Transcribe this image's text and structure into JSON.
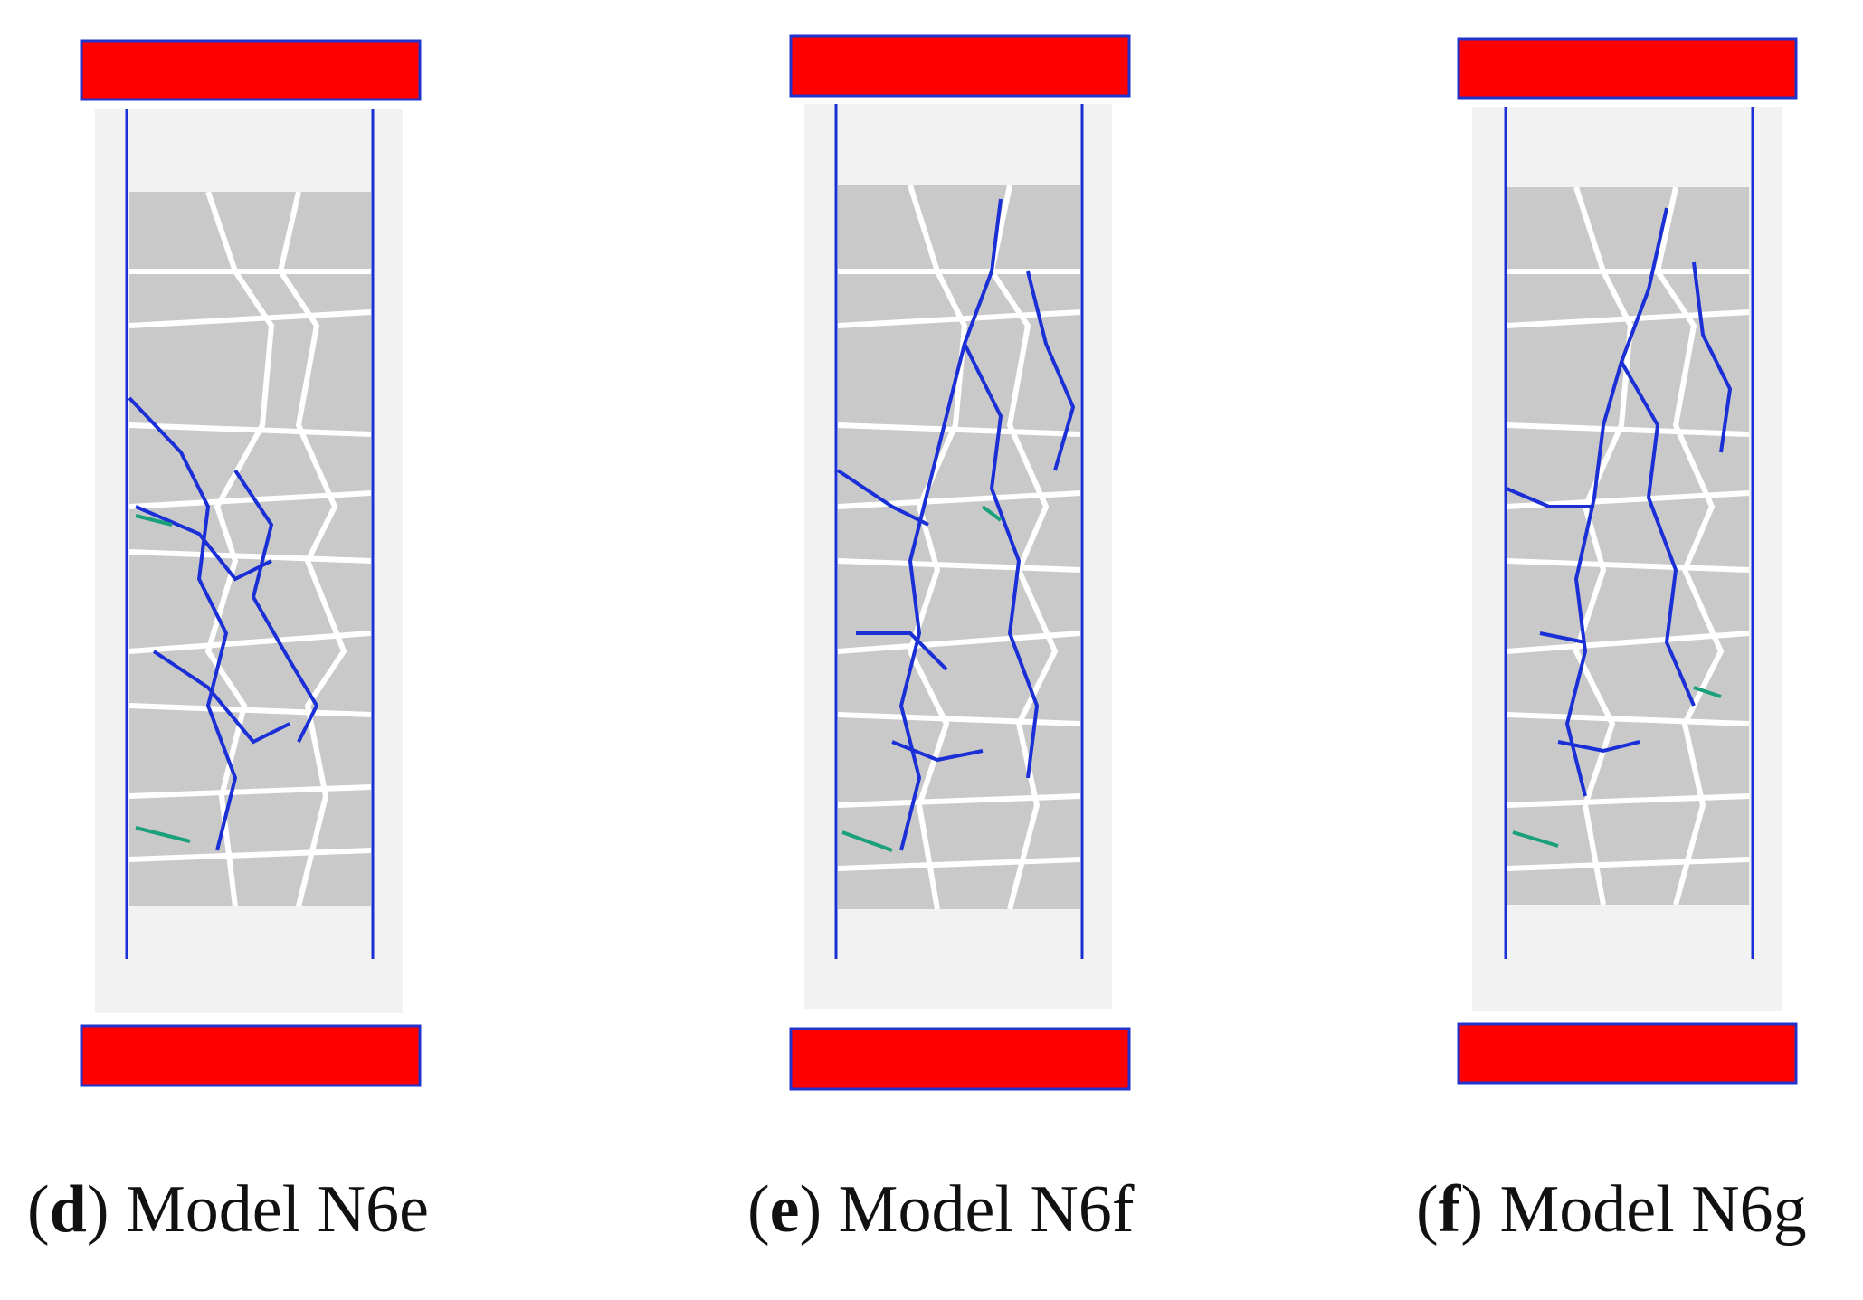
{
  "figure": {
    "panels": [
      {
        "id": "d",
        "letter": "d",
        "model_label": "Model N6e"
      },
      {
        "id": "e",
        "letter": "e",
        "model_label": "Model N6f"
      },
      {
        "id": "f",
        "letter": "f",
        "model_label": "Model N6g"
      }
    ]
  },
  "colors": {
    "loading_plate": "#ff0000",
    "plate_border": "#2233cc",
    "aggregate": "#c8c8c8",
    "mortar": "#f0f0f0",
    "crack_tension": "#1a2fd6",
    "crack_shear": "#1aa07a"
  },
  "legend_icons": [
    "loading-plate",
    "aggregate",
    "crack"
  ]
}
